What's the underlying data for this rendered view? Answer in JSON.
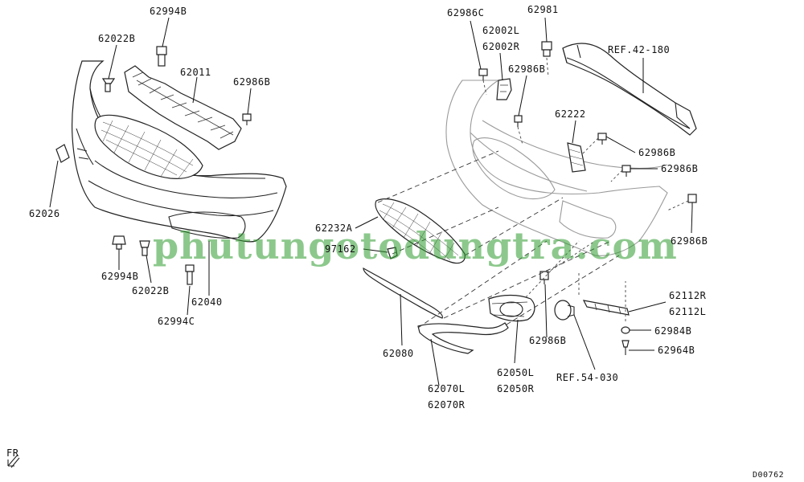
{
  "diagram": {
    "watermark": "phutungotodungtra.com",
    "page_code": "D00762",
    "direction_label": "FR",
    "labels": {
      "l62994B_top": "62994B",
      "l62022B_top": "62022B",
      "l62011": "62011",
      "l62986B_left": "62986B",
      "l62026": "62026",
      "l62994B_bottom": "62994B",
      "l62022B_bottom": "62022B",
      "l62994C": "62994C",
      "l62040": "62040",
      "l62986C": "62986C",
      "l62981": "62981",
      "l62002L": "62002L",
      "l62002R": "62002R",
      "l62986B_upper": "62986B",
      "lREF42": "REF.42-180",
      "l62222": "62222",
      "l62986B_mid1": "62986B",
      "l62986B_mid2": "62986B",
      "l62232A": "62232A",
      "l97162": "97162",
      "l62986B_right": "62986B",
      "l62112R": "62112R",
      "l62112L": "62112L",
      "l62984B": "62984B",
      "l62964B": "62964B",
      "l62080": "62080",
      "l62986B_low": "62986B",
      "lREF54": "REF.54-030",
      "l62050L": "62050L",
      "l62050R": "62050R",
      "l62070L": "62070L",
      "l62070R": "62070R"
    }
  }
}
